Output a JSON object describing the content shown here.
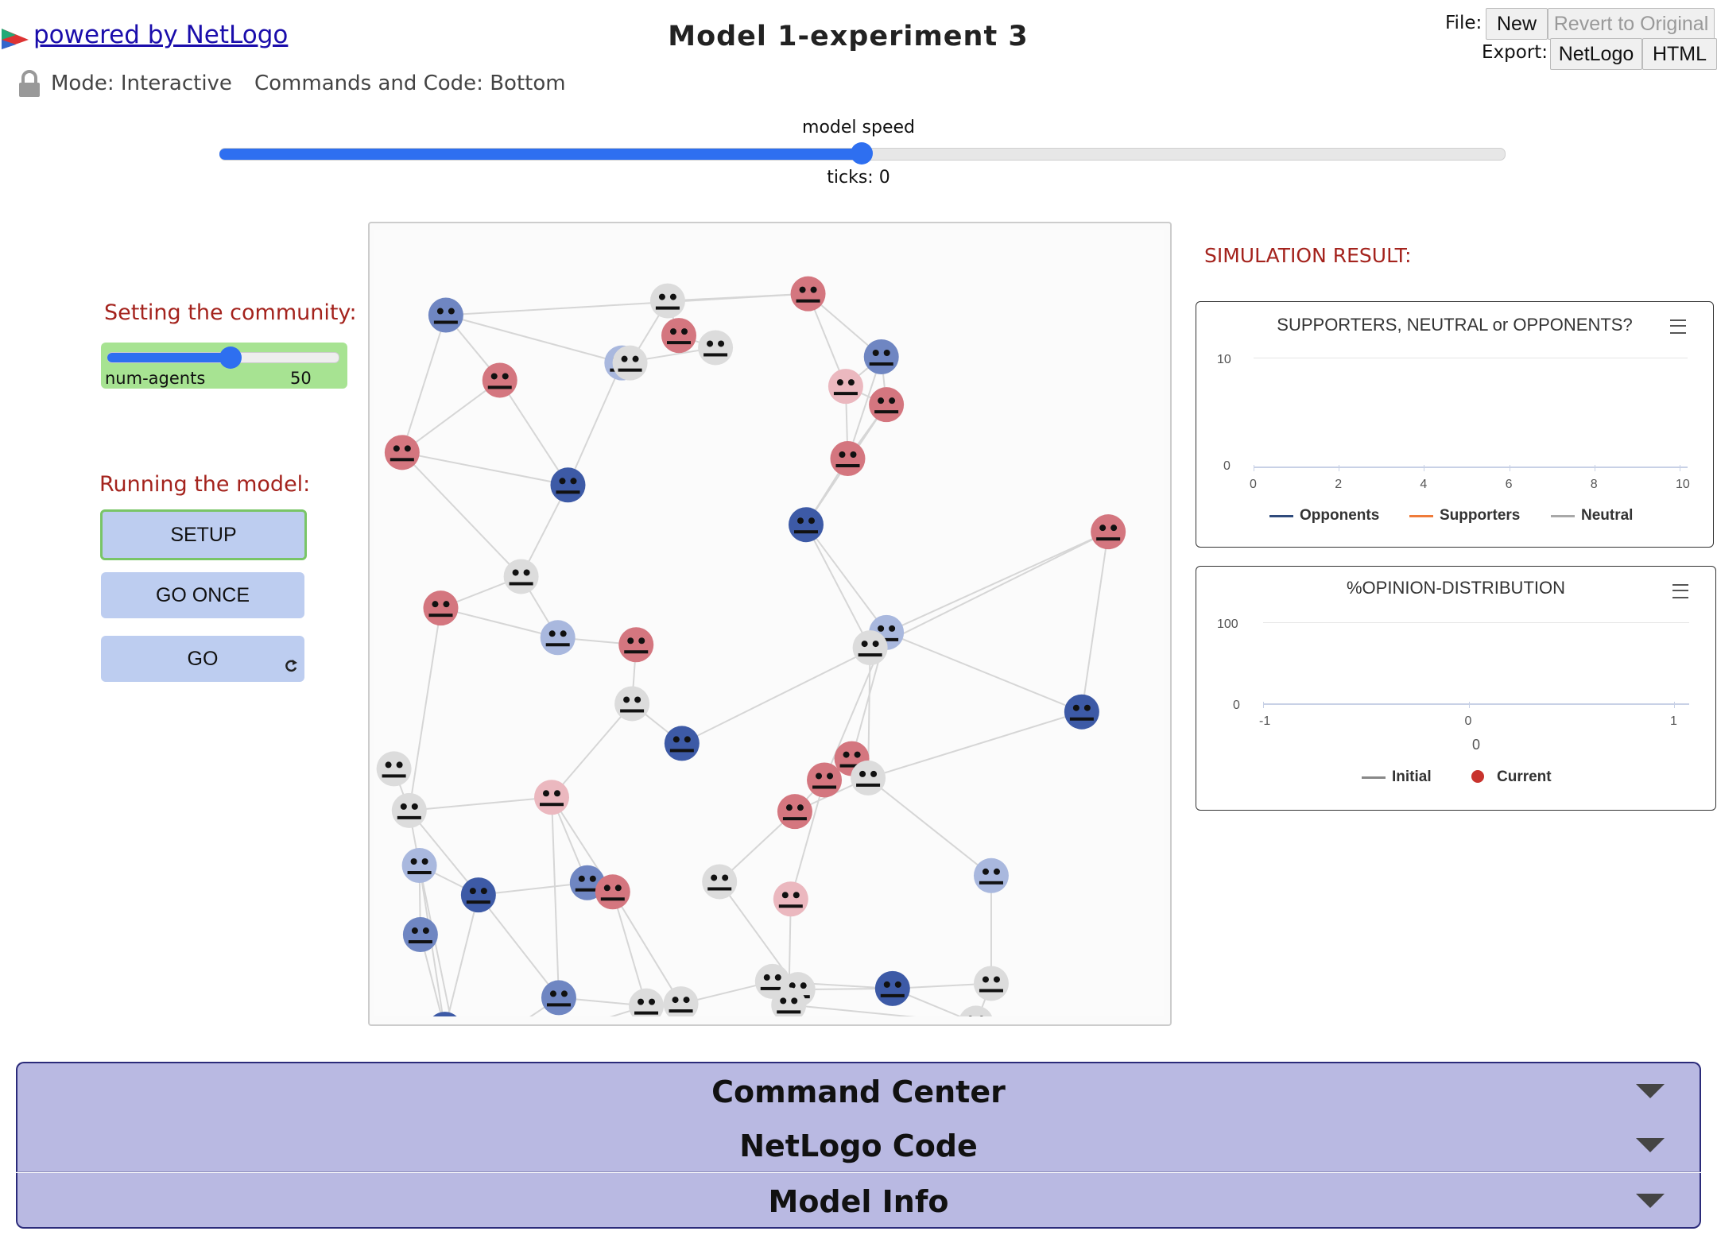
{
  "header": {
    "powered_label": "powered by NetLogo",
    "title": "Model 1-experiment 3",
    "mode_label": "Mode: Interactive",
    "commands_label": "Commands and Code: Bottom",
    "file_label": "File:",
    "export_label": "Export:",
    "new_button": "New",
    "revert_button": "Revert to Original",
    "export_netlogo": "NetLogo",
    "export_html": "HTML"
  },
  "speed": {
    "label": "model speed",
    "ticks_label": "ticks: 0",
    "value": 0.5
  },
  "interface": {
    "community_label": "Setting the community:",
    "slider_name": "num-agents",
    "slider_value": "50",
    "slider_fraction": 0.5,
    "running_label": "Running the model:",
    "setup_button": "SETUP",
    "go_once_button": "GO ONCE",
    "go_button": "GO",
    "result_label": "SIMULATION RESULT:"
  },
  "plots": {
    "plot1": {
      "title": "SUPPORTERS, NEUTRAL or OPPONENTS?",
      "y_ticks": [
        "10",
        "0"
      ],
      "x_ticks": [
        "0",
        "2",
        "4",
        "6",
        "8",
        "10"
      ],
      "legend": [
        {
          "name": "Opponents",
          "color": "#2f4b7c"
        },
        {
          "name": "Supporters",
          "color": "#ef7b3a"
        },
        {
          "name": "Neutral",
          "color": "#a8a8a8"
        }
      ]
    },
    "plot2": {
      "title": "%OPINION-DISTRIBUTION",
      "y_ticks": [
        "100",
        "0"
      ],
      "x_ticks": [
        "-1",
        "0",
        "1"
      ],
      "x_axis_value": "0",
      "legend": [
        {
          "name": "Initial",
          "color": "#888888"
        },
        {
          "name": "Current",
          "color": "#c8332d"
        }
      ]
    }
  },
  "colors": {
    "opponent_strong": "#3d5aa6",
    "opponent_mid": "#6f86c2",
    "opponent_light": "#a9b8de",
    "neutral": "#dcdcdc",
    "supporter_strong": "#d4767f",
    "supporter_light": "#ebb8bf",
    "link": "#d6d6d6"
  },
  "drawers": [
    {
      "label": "Command Center"
    },
    {
      "label": "NetLogo Code"
    },
    {
      "label": "Model Info"
    }
  ]
}
